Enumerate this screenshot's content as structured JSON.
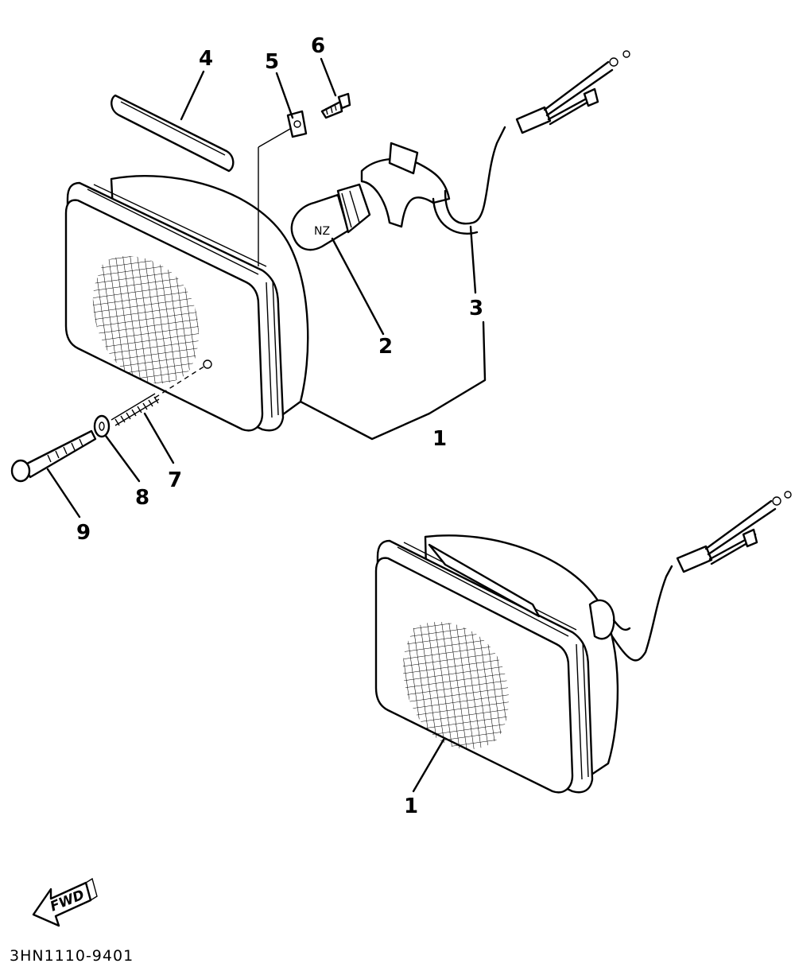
{
  "diagram": {
    "callouts": [
      {
        "id": "1",
        "label": "1"
      },
      {
        "id": "1b",
        "label": "1"
      },
      {
        "id": "2",
        "label": "2"
      },
      {
        "id": "3",
        "label": "3"
      },
      {
        "id": "4",
        "label": "4"
      },
      {
        "id": "5",
        "label": "5"
      },
      {
        "id": "6",
        "label": "6"
      },
      {
        "id": "7",
        "label": "7"
      },
      {
        "id": "8",
        "label": "8"
      },
      {
        "id": "9",
        "label": "9"
      }
    ],
    "direction_label": "FWD",
    "diagram_code": "3HN1110-9401"
  }
}
